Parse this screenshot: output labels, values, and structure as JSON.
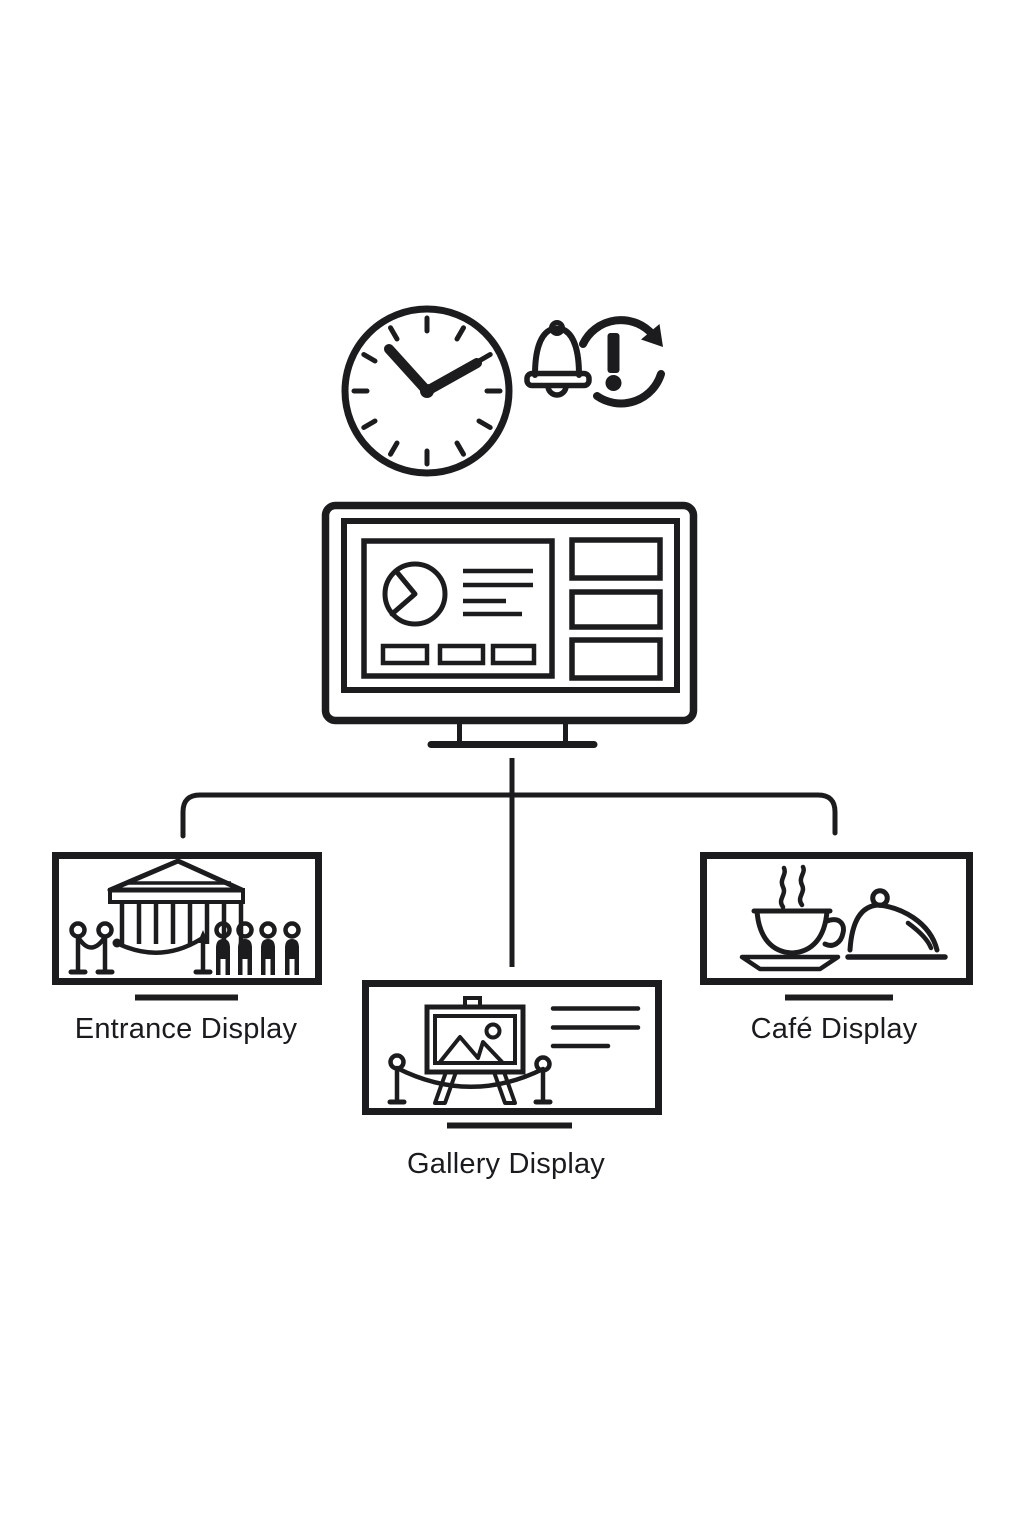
{
  "page": {
    "background_color": "#ffffff",
    "ink_color": "#1c1c1e",
    "title": ""
  },
  "scheduler": {
    "icons": [
      {
        "name": "clock-icon"
      },
      {
        "name": "notification-bell-icon"
      },
      {
        "name": "refresh-alert-icon"
      }
    ]
  },
  "hub": {
    "icon": "cms-dashboard-monitor-icon",
    "dashboard": {
      "widgets": [
        "pie-chart",
        "text-lines",
        "button-row",
        "side-panel-list"
      ]
    }
  },
  "nodes": [
    {
      "id": "entrance",
      "label": "Entrance Display",
      "icon": "museum-entrance-queue-icon"
    },
    {
      "id": "gallery",
      "label": "Gallery Display",
      "icon": "gallery-easel-artwork-icon"
    },
    {
      "id": "cafe",
      "label": "Café Display",
      "icon": "cafe-coffee-cloche-icon"
    }
  ]
}
